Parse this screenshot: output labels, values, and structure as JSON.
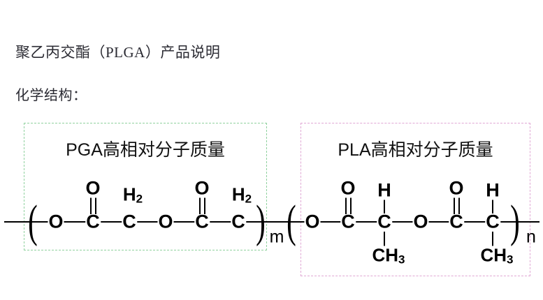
{
  "document": {
    "title": "聚乙丙交酯（PLGA）产品说明",
    "subtitle": "化学结构："
  },
  "structure": {
    "regions": [
      {
        "id": "pga",
        "label": "PGA高相对分子质量",
        "border_color": "#8fd19e",
        "repeat_index": "m"
      },
      {
        "id": "pla",
        "label": "PLA高相对分子质量",
        "border_color": "#e0a7d4",
        "repeat_index": "n"
      }
    ],
    "brackets": {
      "open": "(",
      "close": ")"
    },
    "pga_chain": {
      "atoms": [
        "O",
        "C",
        "C",
        "O",
        "C",
        "C"
      ],
      "carbonyl_oxygen": "O",
      "side_group_label": "H",
      "side_group_sub": "2"
    },
    "pla_chain": {
      "atoms": [
        "O",
        "C",
        "C",
        "O",
        "C",
        "C"
      ],
      "carbonyl_oxygen": "O",
      "hydrogen_label": "H",
      "methyl_label": "CH",
      "methyl_sub": "3"
    }
  }
}
